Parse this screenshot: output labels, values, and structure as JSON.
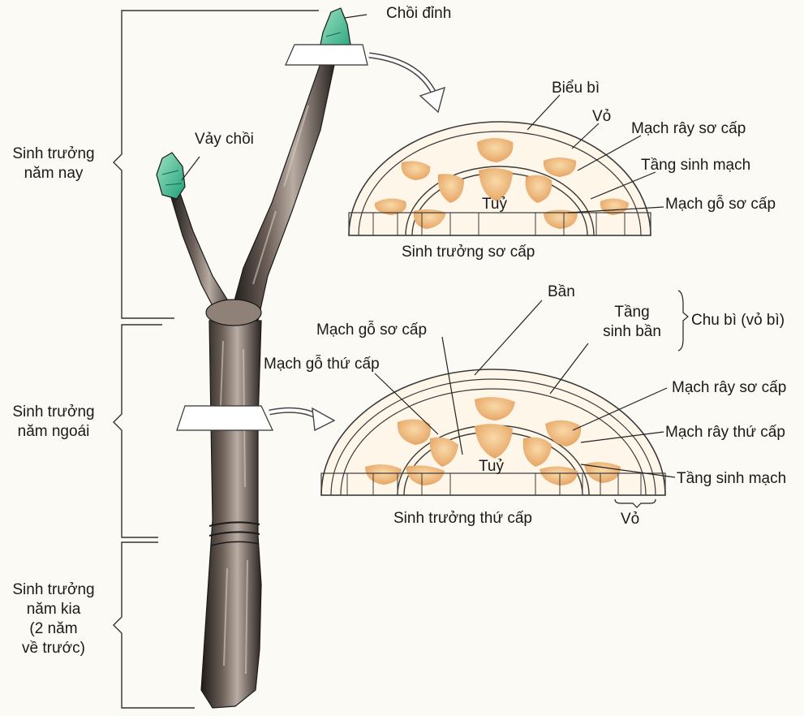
{
  "top_section": {
    "labels": {
      "apical_bud": "Chồi đỉnh",
      "bud_scale": "Vảy chồi",
      "epidermis": "Biểu bì",
      "cortex": "Vỏ",
      "primary_phloem": "Mạch rây sơ cấp",
      "vascular_cambium": "Tầng sinh mạch",
      "primary_xylem": "Mạch gỗ sơ cấp",
      "pith": "Tuỷ"
    },
    "caption": "Sinh trưởng sơ cấp"
  },
  "bottom_section": {
    "labels": {
      "cork": "Bần",
      "cork_cambium_line1": "Tầng",
      "cork_cambium_line2": "sinh bần",
      "periderm": "Chu bì (vỏ bì)",
      "primary_xylem": "Mạch gỗ sơ cấp",
      "secondary_xylem": "Mạch gỗ thứ cấp",
      "primary_phloem": "Mạch rây sơ cấp",
      "secondary_phloem": "Mạch rây thứ cấp",
      "vascular_cambium": "Tầng sinh mạch",
      "pith": "Tuỷ",
      "bark": "Vỏ"
    },
    "caption": "Sinh trưởng thứ cấp"
  },
  "growth_periods": {
    "this_year_line1": "Sinh trưởng",
    "this_year_line2": "năm nay",
    "last_year_line1": "Sinh trưởng",
    "last_year_line2": "năm ngoái",
    "two_years_line1": "Sinh trưởng",
    "two_years_line2": "năm kia",
    "two_years_line3": "(2 năm",
    "two_years_line4": "về trước)"
  },
  "colors": {
    "bark_dark": "#2a2320",
    "bark_light": "#9a8a80",
    "bud_green": "#3fbf8f",
    "tissue_orange": "#f0b878",
    "tissue_pale": "#f6d49a",
    "outline": "#3a3a3a"
  }
}
